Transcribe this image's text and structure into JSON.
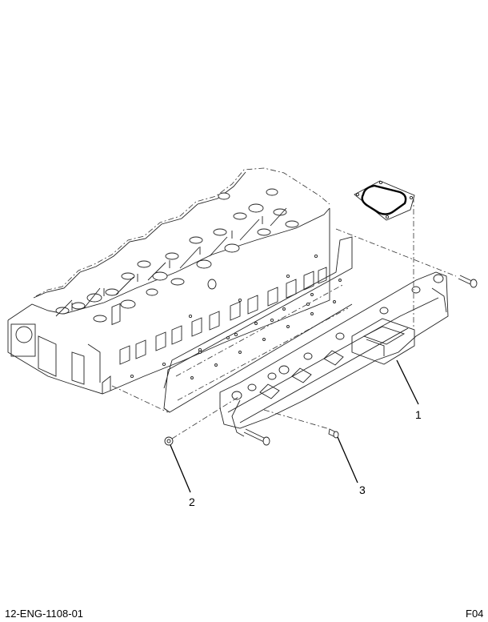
{
  "diagram": {
    "type": "exploded-parts-illustration",
    "subject": "engine cylinder head with exhaust manifold, gaskets and fasteners",
    "line_color": "#000000",
    "background": "#ffffff",
    "callouts": [
      {
        "id": "1",
        "label": "1",
        "part": "exhaust manifold"
      },
      {
        "id": "2",
        "label": "2",
        "part": "nut / spacer"
      },
      {
        "id": "3",
        "label": "3",
        "part": "stud"
      }
    ]
  },
  "footer": {
    "figure_id": "12-ENG-1108-01",
    "page_code": "F04"
  }
}
